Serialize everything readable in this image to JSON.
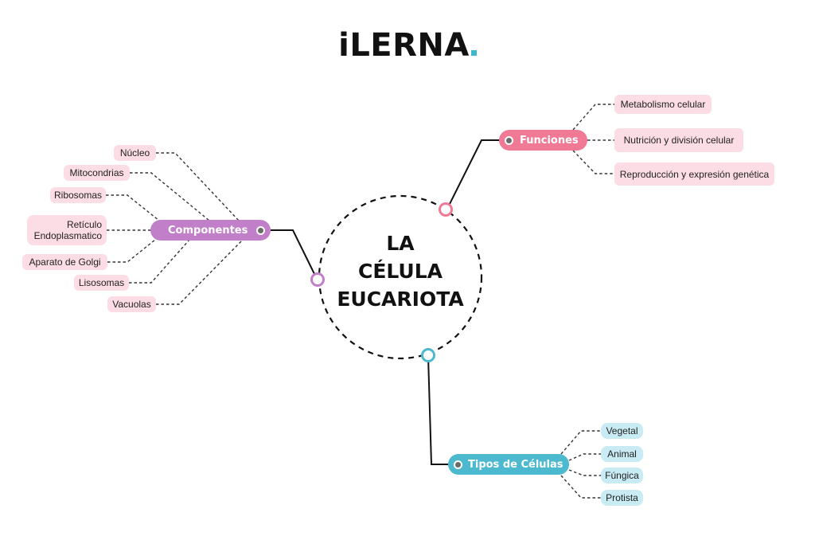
{
  "logo": {
    "text": "iLERNA",
    "dot_color": "#3fb7cc"
  },
  "center": {
    "lines": [
      "LA",
      "CÉLULA",
      "EUCARIOTA"
    ]
  },
  "colors": {
    "componentes": "#c07fc8",
    "funciones": "#f07a96",
    "tipos": "#4db9cf",
    "leaf_pink": "#fcdde5",
    "leaf_blue": "#c9ebf3"
  },
  "branches": {
    "componentes": {
      "label": "Componentes",
      "items": [
        "Núcleo",
        "Mitocondrias",
        "Ribosomas",
        "Retículo Endoplasmatico",
        "Aparato de Golgi",
        "Lisosomas",
        "Vacuolas"
      ]
    },
    "funciones": {
      "label": "Funciones",
      "items": [
        "Metabolismo celular",
        "Nutrición y división celular",
        "Reproducción y expresión genética"
      ]
    },
    "tipos": {
      "label": "Tipos de Células",
      "items": [
        "Vegetal",
        "Animal",
        "Fúngica",
        "Protista"
      ]
    }
  }
}
